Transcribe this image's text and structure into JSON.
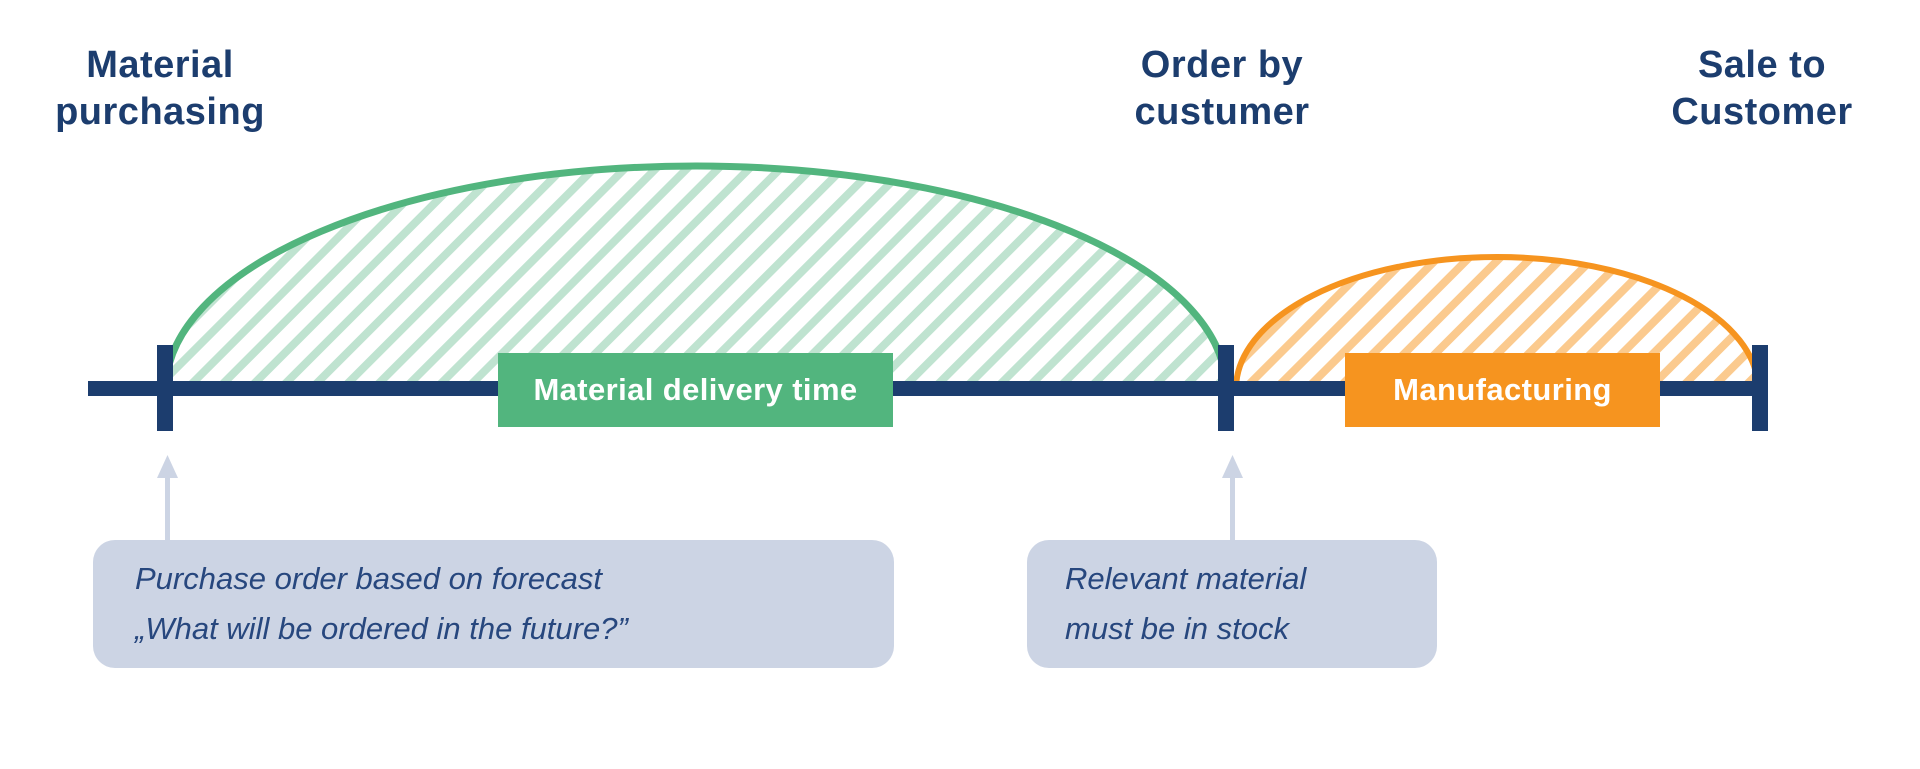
{
  "diagram": {
    "title_hint": "order-to-sale timeline",
    "colors": {
      "navy": "#1c3d6e",
      "green": "#52b57e",
      "green_hatch": "#bfe3d0",
      "orange": "#f6941f",
      "orange_hatch": "#fbca8e",
      "callout_bg": "#ccd4e4",
      "callout_text": "#27477e",
      "arrow": "#ccd4e4",
      "label_text": "#ffffff"
    },
    "milestones": [
      {
        "id": "material-purchasing",
        "label": "Material\npurchasing"
      },
      {
        "id": "order-by-custumer",
        "label": "Order by\ncustumer"
      },
      {
        "id": "sale-to-customer",
        "label": "Sale to\nCustomer"
      }
    ],
    "spans": [
      {
        "id": "material-delivery-time",
        "label": "Material delivery time",
        "color": "#52b57e",
        "from": "Material purchasing",
        "to": "Order by custumer"
      },
      {
        "id": "manufacturing",
        "label": "Manufacturing",
        "color": "#f6941f",
        "from": "Order by custumer",
        "to": "Sale to Customer"
      }
    ],
    "callouts": [
      {
        "id": "purchase-order-note",
        "points_to": "Material purchasing",
        "text": "Purchase order based on forecast\n„What will be ordered in the future?”"
      },
      {
        "id": "stock-note",
        "points_to": "Order by custumer",
        "text": "Relevant material\nmust be in stock"
      }
    ]
  }
}
